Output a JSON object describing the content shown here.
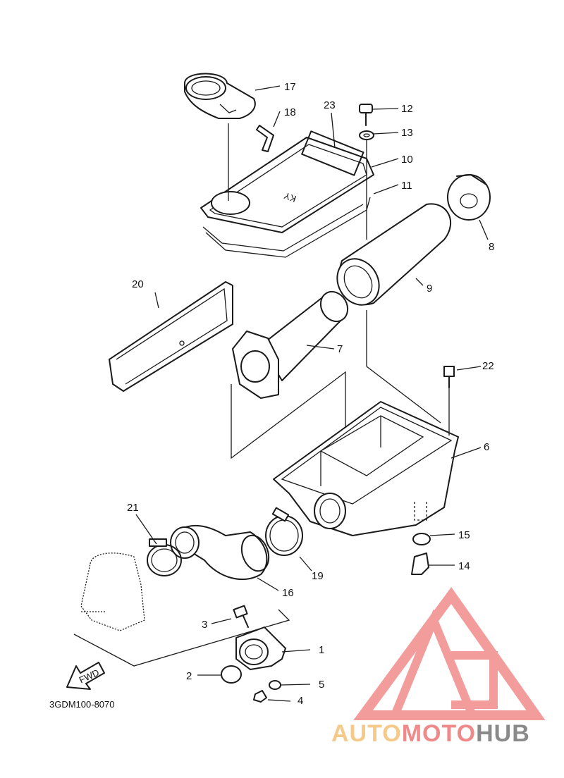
{
  "diagram": {
    "part_code": "3GDM100-8070",
    "direction_label": "FWD",
    "lid_text": "KY",
    "callouts": [
      "1",
      "2",
      "3",
      "4",
      "5",
      "6",
      "7",
      "8",
      "9",
      "10",
      "11",
      "12",
      "13",
      "14",
      "15",
      "16",
      "17",
      "18",
      "19",
      "20",
      "21",
      "22",
      "23"
    ]
  },
  "watermark": {
    "part1": "AUTO",
    "part2": "MOTO",
    "part3": "HUB",
    "color_auto": "#f5c98a",
    "color_moto": "#f08a8a",
    "color_hub": "#8a8a8a",
    "logo_color": "#f28b8b"
  }
}
